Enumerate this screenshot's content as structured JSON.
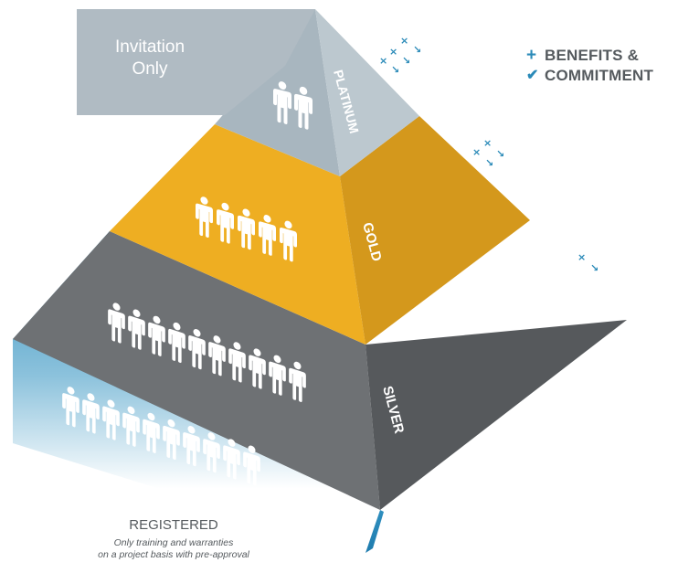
{
  "legend": {
    "benefits_symbol": "+",
    "benefits_label": "BENEFITS &",
    "commitment_symbol": "✔",
    "commitment_label": "COMMITMENT"
  },
  "callout": {
    "line1": "Invitation",
    "line2": "Only"
  },
  "tiers": [
    {
      "id": "platinum",
      "label": "PLATINUM",
      "people_count": 2,
      "benefit_marks": 3,
      "commitment_marks": 3,
      "front_color": "#a8b6bf",
      "side_color": "#bcc8cf"
    },
    {
      "id": "gold",
      "label": "GOLD",
      "people_count": 5,
      "benefit_marks": 2,
      "commitment_marks": 2,
      "front_color": "#eeae22",
      "side_color": "#d4981c"
    },
    {
      "id": "silver",
      "label": "SILVER",
      "people_count": 10,
      "benefit_marks": 1,
      "commitment_marks": 1,
      "front_color": "#6e7174",
      "side_color": "#56595c"
    },
    {
      "id": "registered",
      "label": "REGISTERED",
      "people_count": 10,
      "description_line1": "Only training and warranties",
      "description_line2": "on a project basis with pre-approval",
      "front_color": "#2f8fbf",
      "side_color": "#1f7cae"
    }
  ],
  "colors": {
    "text": "#555a5e",
    "accent": "#2a8ab8",
    "callout": "#b0bbc3"
  },
  "icons": {
    "person": "person-icon",
    "benefit": "plus-icon",
    "commitment": "check-icon"
  }
}
